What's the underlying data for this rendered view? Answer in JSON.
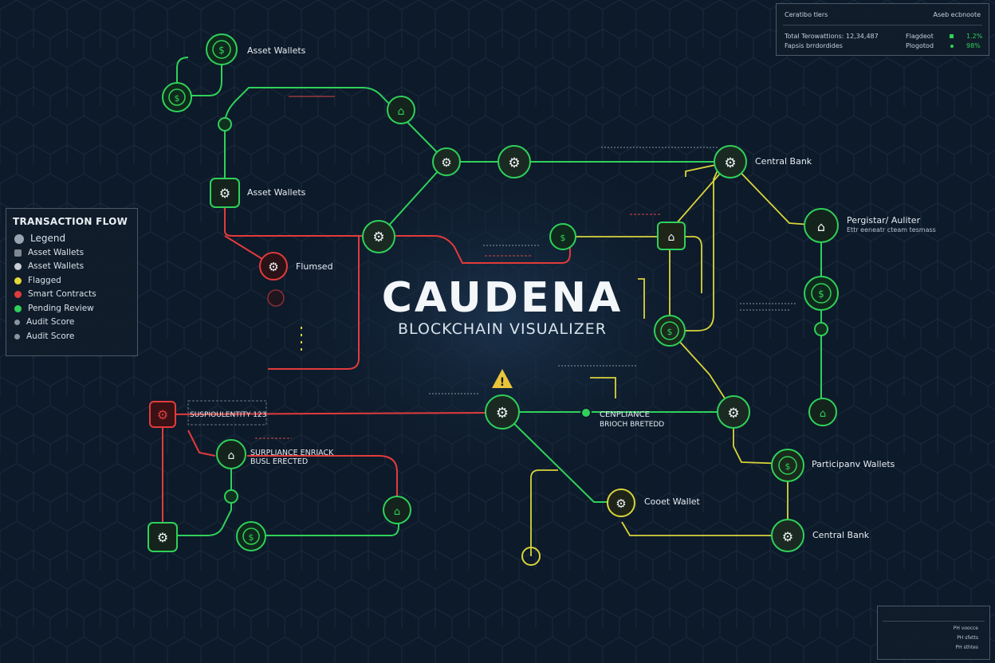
{
  "colors": {
    "green": "#2fd15a",
    "red": "#e23b3b",
    "yellow": "#d8d43a",
    "grid": "#1b2b3d",
    "bg": "#0d1a2a"
  },
  "brand": {
    "title": "CAUDENA",
    "subtitle": "BLOCKCHAIN VISUALIZER"
  },
  "legend": {
    "title": "TRANSACTION FLOW",
    "items": [
      {
        "label": "Legend",
        "color": "#9aa4ae"
      },
      {
        "label": "Asset Wallets",
        "color": "#9aa4ae"
      },
      {
        "label": "Asset Wallets",
        "color": "#c8ced4"
      },
      {
        "label": "Flagged",
        "color": "#e3d83a"
      },
      {
        "label": "Smart Contracts",
        "color": "#e23b3b"
      },
      {
        "label": "Pending Review",
        "color": "#2fd15a"
      },
      {
        "label": "Audit Score",
        "color": "#8a949e"
      },
      {
        "label": "Audit Score",
        "color": "#8a949e"
      }
    ]
  },
  "stats": {
    "header_left": "Ceratibo tlers",
    "header_right": "Aseb ecbnoote",
    "row1_label": "Total Terowattions: 12,34,487",
    "row1_status": "Flagdeot",
    "row1_value": "1.2%",
    "row2_label": "Fapsis brrdordides",
    "row2_status": "Plogotod",
    "row2_value": "98%"
  },
  "mini": {
    "r1": "PH voocce",
    "r2": "PH sfetts",
    "r3": "PH sthtes"
  },
  "nodes": {
    "asset_wallets_top": "Asset Wallets",
    "asset_wallets_mid": "Asset Wallets",
    "flumsed": "Flumsed",
    "central_bank_top": "Central Bank",
    "regulator": "Pergistar/ Auliter",
    "regulator_sub": "Ettr eeneatr cteam tesmass",
    "entity": "SUSPIOULENTITY 123",
    "surpliance_1": "SURPLIANCE ENRIACK",
    "surpliance_2": "BUSL ERECTED",
    "compliance_1": "CENPLIANCE",
    "compliance_2": "BRIOCH BRETEDD",
    "cooet_wallet": "Cooet Wallet",
    "participant_wallets": "Participanv Wallets",
    "central_bank_bottom": "Central Bank"
  }
}
